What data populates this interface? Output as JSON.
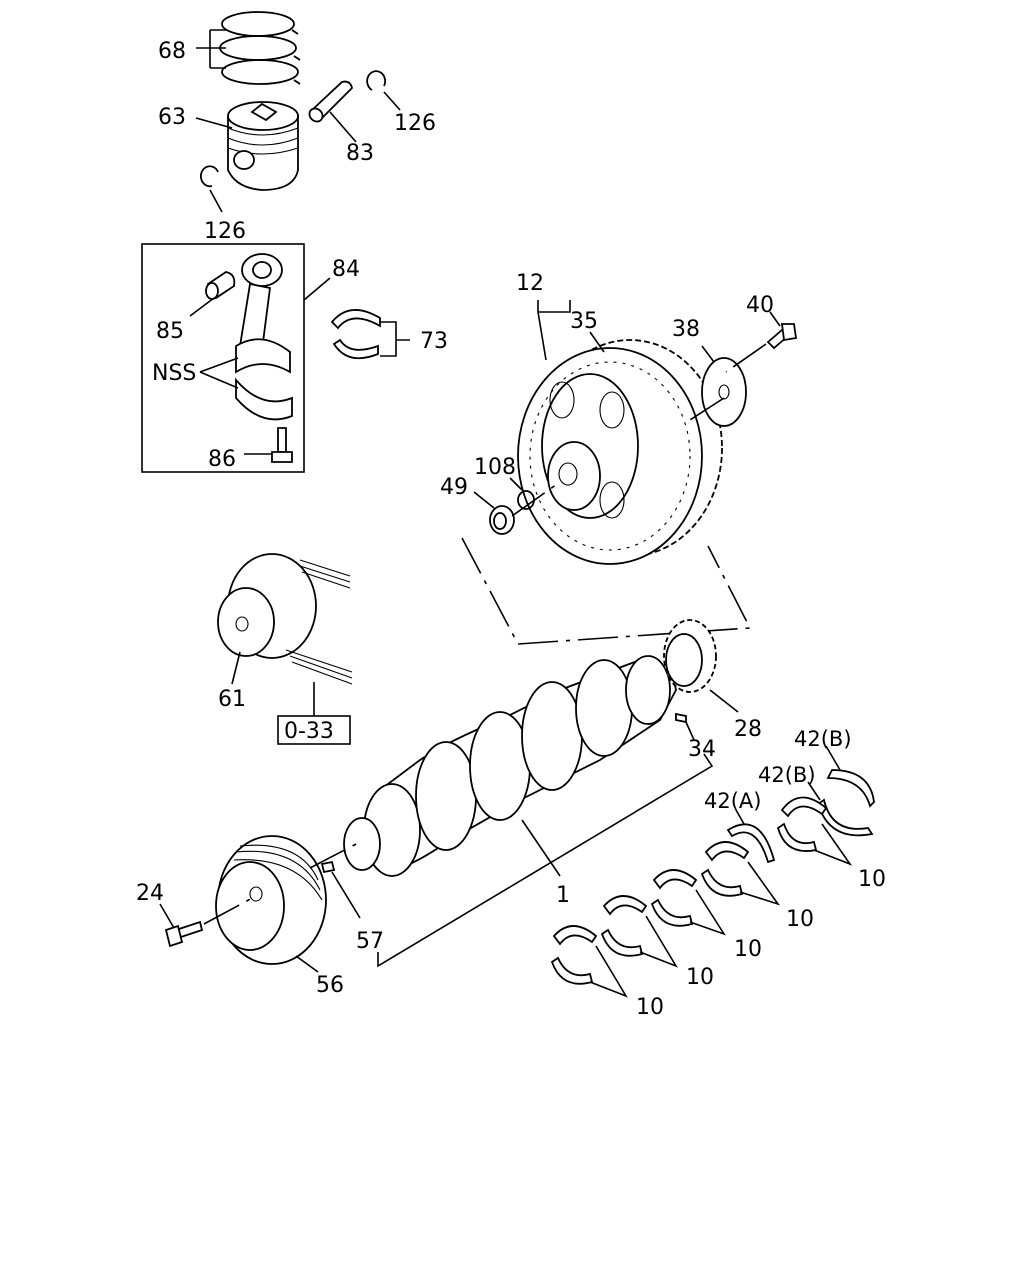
{
  "labels": {
    "l68": "68",
    "l63": "63",
    "l126a": "126",
    "l83": "83",
    "l126b": "126",
    "l84": "84",
    "l85": "85",
    "l73": "73",
    "lNSS": "NSS",
    "l86": "86",
    "l12": "12",
    "l35": "35",
    "l38": "38",
    "l40": "40",
    "l108": "108",
    "l49": "49",
    "l61": "61",
    "lref": "0-33",
    "l28": "28",
    "l34": "34",
    "l42b1": "42(B)",
    "l42b2": "42(B)",
    "l42a": "42(A)",
    "l10a": "10",
    "l10b": "10",
    "l10c": "10",
    "l10d": "10",
    "l10e": "10",
    "l1": "1",
    "l24": "24",
    "l57": "57",
    "l56": "56"
  }
}
